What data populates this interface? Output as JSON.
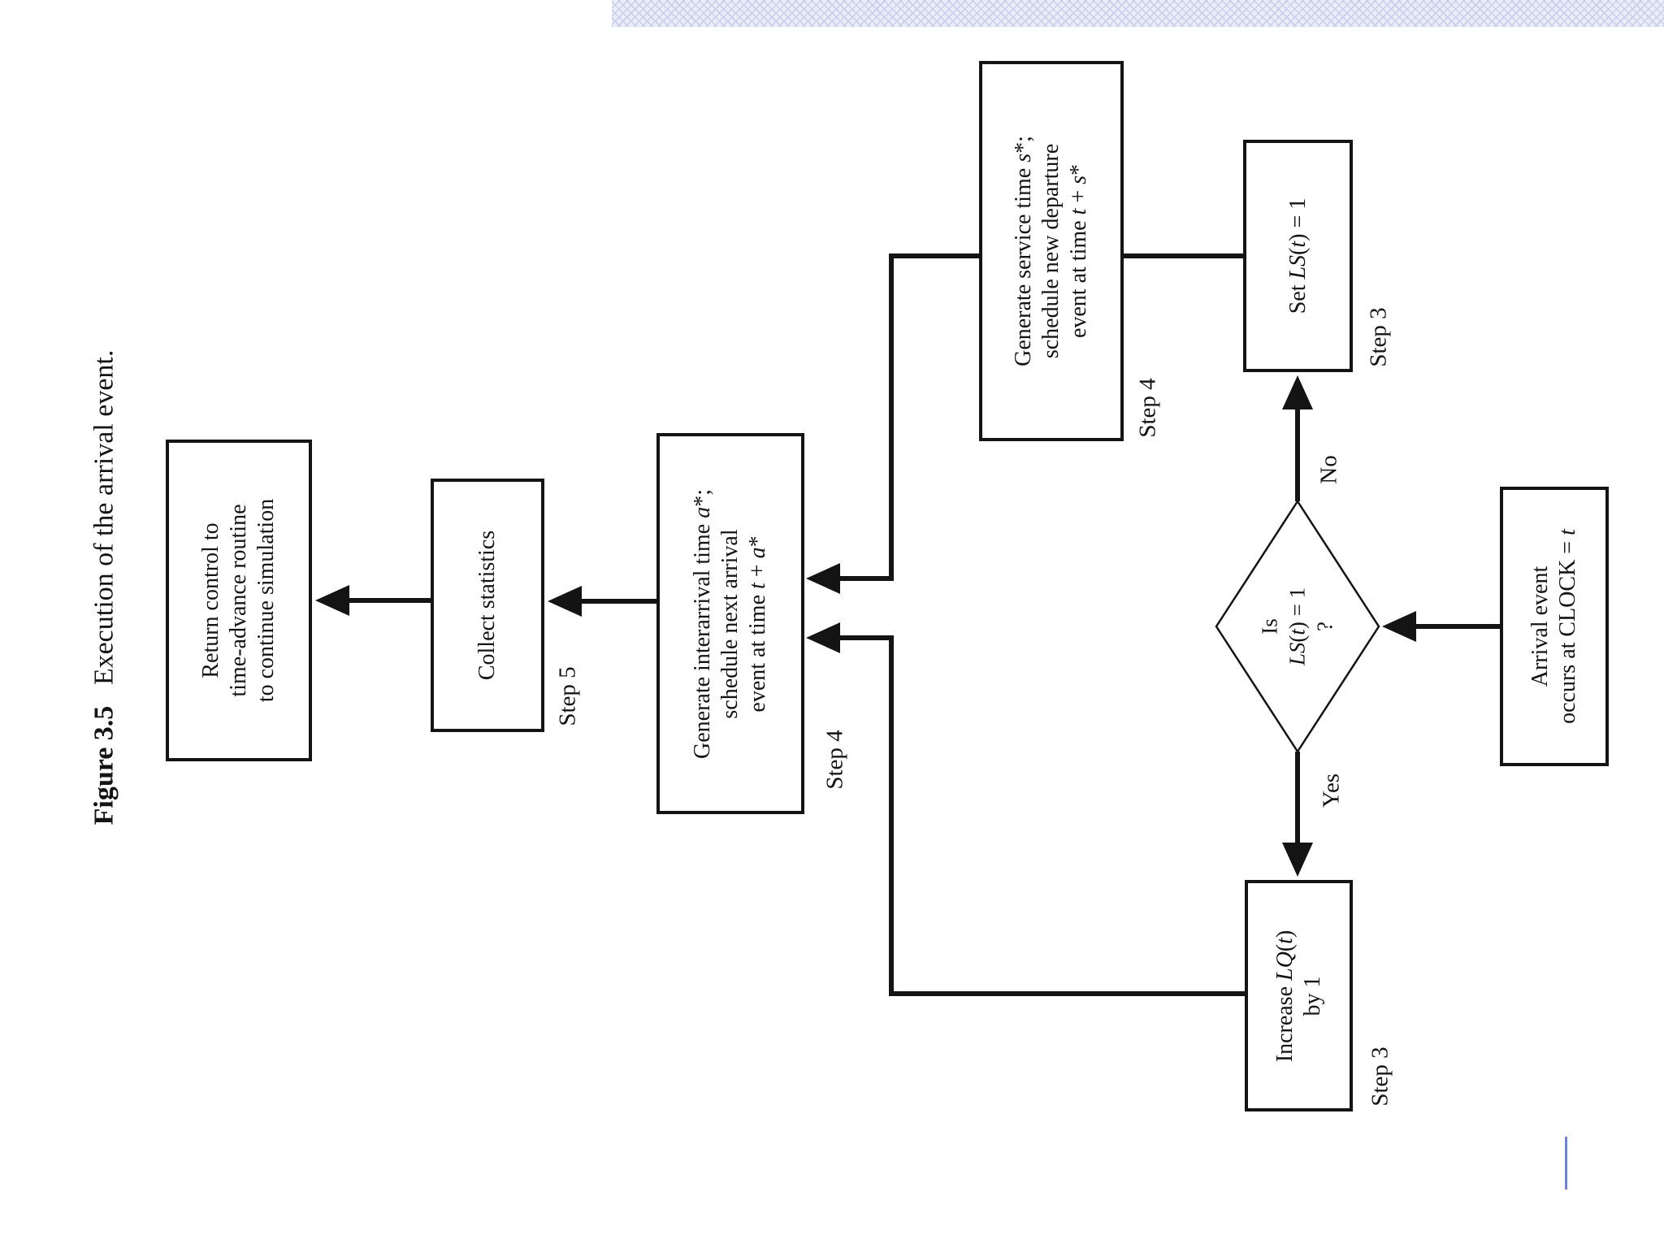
{
  "colors": {
    "ink": "#141414",
    "node-fill": "#ffffff",
    "band-base": "#eaecf7",
    "band-hatch": "#c8cfeb",
    "tick-blue": "#6b82dc"
  },
  "caption": {
    "bold": "Figure 3.5",
    "rest": "   Execution of the arrival event."
  },
  "labels": {
    "no": "No",
    "yes": "Yes",
    "step3_set": "Step 3",
    "step4_service": "Step 4",
    "step3_increase": "Step 3",
    "step4_interarrival": "Step 4",
    "step5_collect": "Step 5"
  },
  "nodes": {
    "arrival_event": {
      "lines": [
        [
          {
            "t": "Arrival event"
          }
        ],
        [
          {
            "t": "occurs at CLOCK = "
          },
          {
            "t": "t",
            "i": true
          }
        ]
      ]
    },
    "decision": {
      "lines": [
        [
          {
            "t": "Is"
          }
        ],
        [
          {
            "t": "LS",
            "i": true
          },
          {
            "t": "("
          },
          {
            "t": "t",
            "i": true
          },
          {
            "t": ") = 1"
          }
        ],
        [
          {
            "t": "?"
          }
        ]
      ]
    },
    "set_ls": {
      "lines": [
        [
          {
            "t": "Set "
          },
          {
            "t": "LS",
            "i": true
          },
          {
            "t": "("
          },
          {
            "t": "t",
            "i": true
          },
          {
            "t": ") = 1"
          }
        ]
      ]
    },
    "generate_service": {
      "lines": [
        [
          {
            "t": "Generate service time "
          },
          {
            "t": "s",
            "i": true
          },
          {
            "t": "*;"
          }
        ],
        [
          {
            "t": "schedule new departure"
          }
        ],
        [
          {
            "t": "event at time "
          },
          {
            "t": "t",
            "i": true
          },
          {
            "t": " + "
          },
          {
            "t": "s",
            "i": true
          },
          {
            "t": "*"
          }
        ]
      ]
    },
    "increase_lq": {
      "lines": [
        [
          {
            "t": "Increase "
          },
          {
            "t": "LQ",
            "i": true
          },
          {
            "t": "("
          },
          {
            "t": "t",
            "i": true
          },
          {
            "t": ")"
          }
        ],
        [
          {
            "t": "by 1"
          }
        ]
      ]
    },
    "generate_interarrival": {
      "lines": [
        [
          {
            "t": "Generate interarrival time "
          },
          {
            "t": "a",
            "i": true
          },
          {
            "t": "*;"
          }
        ],
        [
          {
            "t": "schedule next arrival"
          }
        ],
        [
          {
            "t": "event at time "
          },
          {
            "t": "t",
            "i": true
          },
          {
            "t": " + "
          },
          {
            "t": "a",
            "i": true
          },
          {
            "t": "*"
          }
        ]
      ]
    },
    "collect_statistics": {
      "lines": [
        [
          {
            "t": "Collect statistics"
          }
        ]
      ]
    },
    "return_control": {
      "lines": [
        [
          {
            "t": "Return control to"
          }
        ],
        [
          {
            "t": "time-advance routine"
          }
        ],
        [
          {
            "t": "to continue simulation"
          }
        ]
      ]
    }
  }
}
